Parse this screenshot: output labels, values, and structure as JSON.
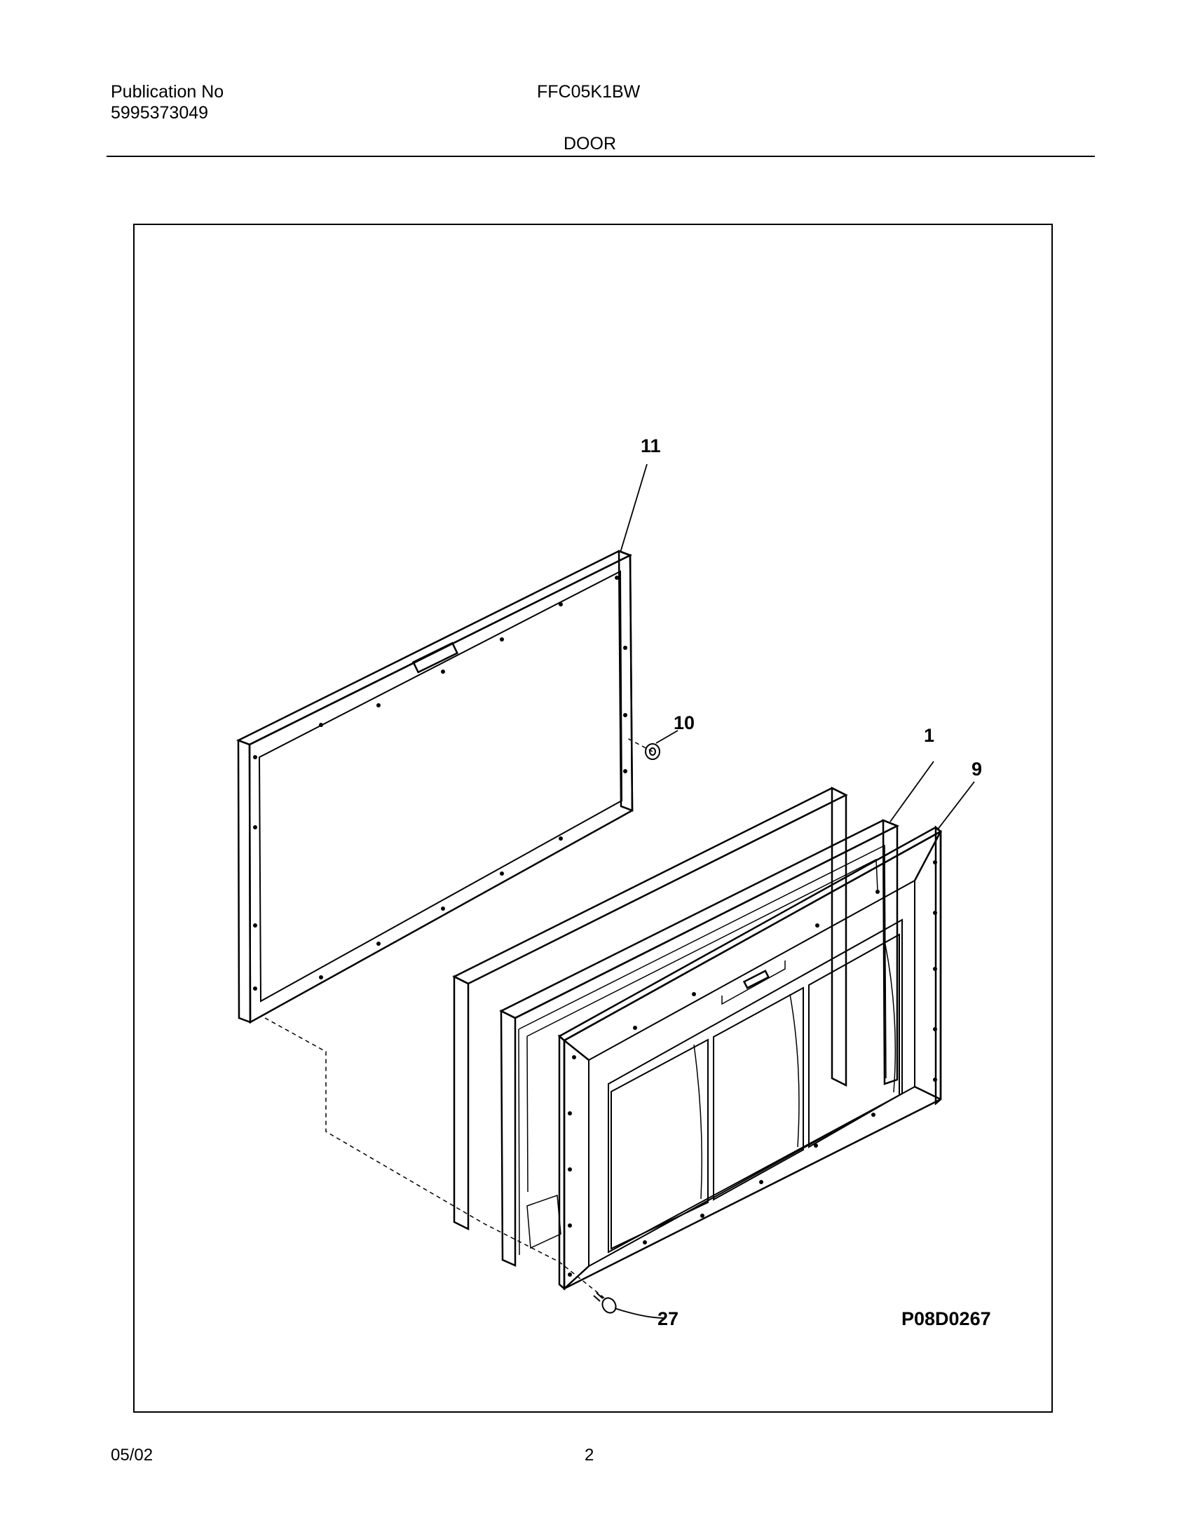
{
  "header": {
    "publication_label": "Publication No",
    "publication_number": "5995373049",
    "model": "FFC05K1BW",
    "section": "DOOR"
  },
  "diagram": {
    "callouts": {
      "part_11": "11",
      "part_10": "10",
      "part_1": "1",
      "part_9": "9",
      "part_27": "27"
    },
    "drawing_code": "P08D0267"
  },
  "footer": {
    "date": "05/02",
    "page": "2"
  }
}
